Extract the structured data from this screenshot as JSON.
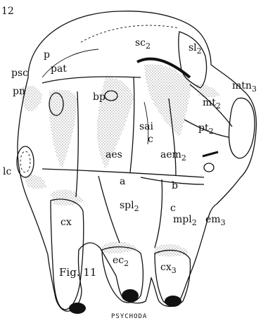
{
  "plate_number": "12",
  "figure_label": "Fig. 11",
  "caption": "PSYCHODA",
  "labels": {
    "sc2": "sc",
    "sc2_sub": "2",
    "sl2": "sl",
    "sl2_sub": "2",
    "p": "p",
    "psc": "psc",
    "pat": "pat",
    "pn": "pn",
    "bp": "bp",
    "mtn3": "mtn",
    "mtn3_sub": "3",
    "mt2": "mt",
    "mt2_sub": "2",
    "pt2": "pt",
    "pt2_sub": "2",
    "sai": "sai",
    "c_upper": "c",
    "aes": "aes",
    "aem2": "aem",
    "aem2_sub": "2",
    "lc": "lc",
    "a": "a",
    "b": "b",
    "c_lower": "c",
    "spl2": "spl",
    "spl2_sub": "2",
    "mpl2": "mpl",
    "mpl2_sub": "2",
    "em3": "em",
    "em3_sub": "3",
    "cx": "cx",
    "ec2": "ec",
    "ec2_sub": "2",
    "cx3": "cx",
    "cx3_sub": "3"
  }
}
